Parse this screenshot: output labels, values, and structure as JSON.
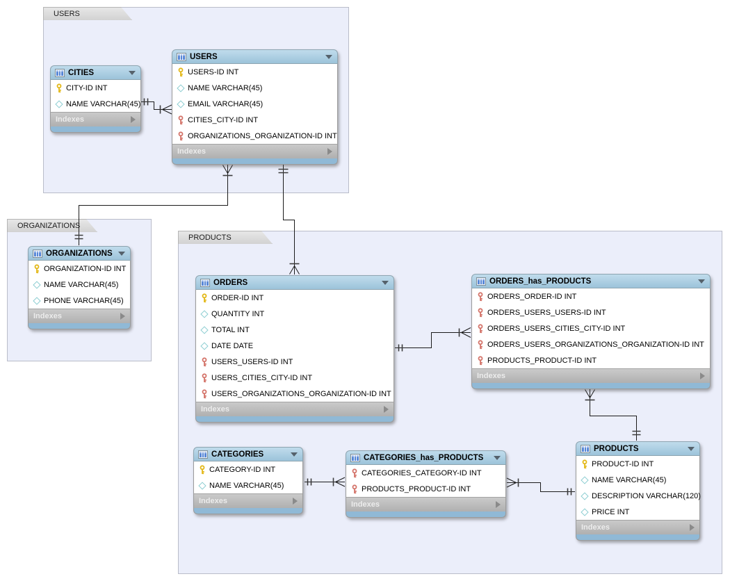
{
  "diagram": {
    "groups": [
      {
        "label": "USERS"
      },
      {
        "label": "ORGANIZATIONS"
      },
      {
        "label": "PRODUCTS"
      }
    ],
    "labels": {
      "indexes": "Indexes"
    },
    "tables": [
      {
        "name": "CITIES",
        "columns": [
          {
            "type": "primary-key",
            "label": "CITY-ID INT"
          },
          {
            "type": "attribute",
            "label": "NAME VARCHAR(45)"
          }
        ]
      },
      {
        "name": "USERS",
        "columns": [
          {
            "type": "primary-key",
            "label": "USERS-ID INT"
          },
          {
            "type": "attribute",
            "label": "NAME VARCHAR(45)"
          },
          {
            "type": "attribute",
            "label": "EMAIL VARCHAR(45)"
          },
          {
            "type": "foreign-key",
            "label": "CITIES_CITY-ID INT"
          },
          {
            "type": "foreign-key",
            "label": "ORGANIZATIONS_ORGANIZATION-ID INT"
          }
        ]
      },
      {
        "name": "ORGANIZATIONS",
        "columns": [
          {
            "type": "primary-key",
            "label": "ORGANIZATION-ID INT"
          },
          {
            "type": "attribute",
            "label": "NAME VARCHAR(45)"
          },
          {
            "type": "attribute",
            "label": "PHONE VARCHAR(45)"
          }
        ]
      },
      {
        "name": "ORDERS",
        "columns": [
          {
            "type": "primary-key",
            "label": "ORDER-ID INT"
          },
          {
            "type": "attribute",
            "label": "QUANTITY INT"
          },
          {
            "type": "attribute",
            "label": "TOTAL INT"
          },
          {
            "type": "attribute",
            "label": "DATE DATE"
          },
          {
            "type": "foreign-key",
            "label": "USERS_USERS-ID INT"
          },
          {
            "type": "foreign-key",
            "label": "USERS_CITIES_CITY-ID INT"
          },
          {
            "type": "foreign-key",
            "label": "USERS_ORGANIZATIONS_ORGANIZATION-ID INT"
          }
        ]
      },
      {
        "name": "ORDERS_has_PRODUCTS",
        "columns": [
          {
            "type": "foreign-key",
            "label": "ORDERS_ORDER-ID INT"
          },
          {
            "type": "foreign-key",
            "label": "ORDERS_USERS_USERS-ID INT"
          },
          {
            "type": "foreign-key",
            "label": "ORDERS_USERS_CITIES_CITY-ID INT"
          },
          {
            "type": "foreign-key",
            "label": "ORDERS_USERS_ORGANIZATIONS_ORGANIZATION-ID INT"
          },
          {
            "type": "foreign-key",
            "label": "PRODUCTS_PRODUCT-ID INT"
          }
        ]
      },
      {
        "name": "CATEGORIES",
        "columns": [
          {
            "type": "primary-key",
            "label": "CATEGORY-ID INT"
          },
          {
            "type": "attribute",
            "label": "NAME VARCHAR(45)"
          }
        ]
      },
      {
        "name": "CATEGORIES_has_PRODUCTS",
        "columns": [
          {
            "type": "foreign-key",
            "label": "CATEGORIES_CATEGORY-ID INT"
          },
          {
            "type": "foreign-key",
            "label": "PRODUCTS_PRODUCT-ID INT"
          }
        ]
      },
      {
        "name": "PRODUCTS",
        "columns": [
          {
            "type": "primary-key",
            "label": "PRODUCT-ID INT"
          },
          {
            "type": "attribute",
            "label": "NAME VARCHAR(45)"
          },
          {
            "type": "attribute",
            "label": "DESCRIPTION VARCHAR(120)"
          },
          {
            "type": "attribute",
            "label": "PRICE INT"
          }
        ]
      }
    ],
    "relationships": [
      {
        "from": "CITIES",
        "to": "USERS",
        "from_cardinality": "one",
        "to_cardinality": "many"
      },
      {
        "from": "USERS",
        "to": "ORGANIZATIONS",
        "from_cardinality": "many",
        "to_cardinality": "one"
      },
      {
        "from": "USERS",
        "to": "ORDERS",
        "from_cardinality": "one",
        "to_cardinality": "many"
      },
      {
        "from": "ORDERS",
        "to": "ORDERS_has_PRODUCTS",
        "from_cardinality": "one",
        "to_cardinality": "many"
      },
      {
        "from": "ORDERS_has_PRODUCTS",
        "to": "PRODUCTS",
        "from_cardinality": "many",
        "to_cardinality": "one"
      },
      {
        "from": "CATEGORIES",
        "to": "CATEGORIES_has_PRODUCTS",
        "from_cardinality": "one",
        "to_cardinality": "many"
      },
      {
        "from": "CATEGORIES_has_PRODUCTS",
        "to": "PRODUCTS",
        "from_cardinality": "many",
        "to_cardinality": "one"
      }
    ],
    "colors": {
      "table_header_blue": "#a9cde3",
      "footer_strip_blue": "#90b9d6",
      "indexes_bar_gray": "#bdbdbd",
      "group_fill": "#ebeefa",
      "group_tab_gray": "#dadada",
      "primary_key_yellow": "#e3b818",
      "foreign_key_red": "#d4746a",
      "attribute_teal": "#8ccdd1",
      "connector_line": "#1a1a1a",
      "canvas_background": "#ffffff"
    }
  }
}
